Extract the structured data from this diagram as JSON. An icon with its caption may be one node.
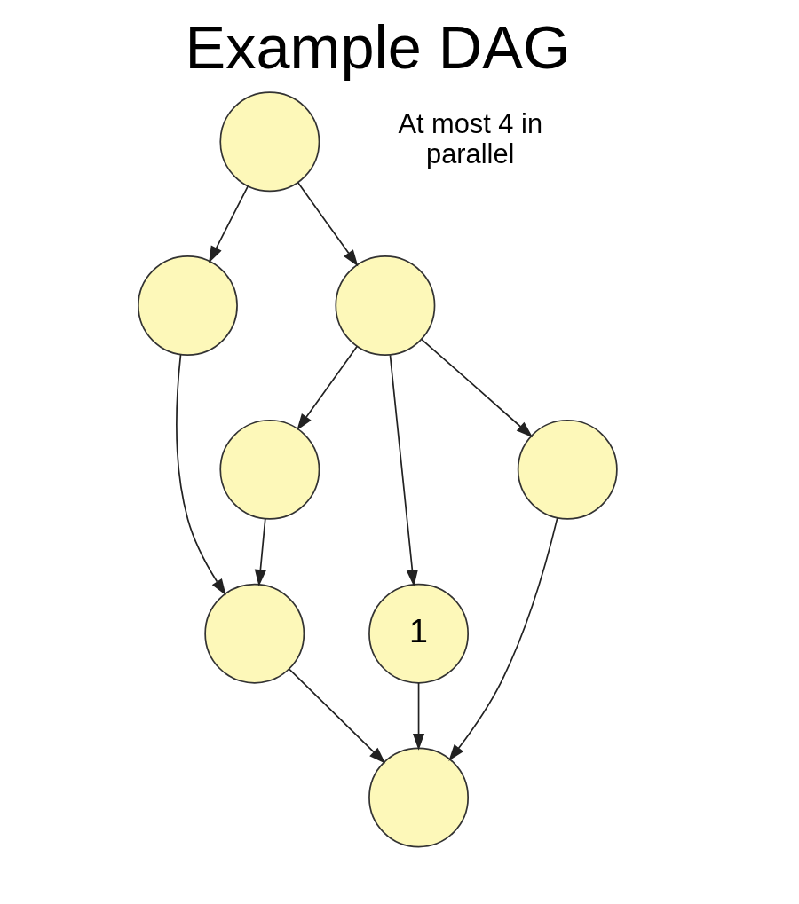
{
  "diagram": {
    "title": "Example DAG",
    "nodes": [
      {
        "text": [],
        "shape": "circle"
      },
      {
        "text": [],
        "shape": "circle"
      },
      {
        "text": [],
        "shape": "circle"
      },
      {
        "text": [],
        "shape": "circle"
      },
      {
        "text": [
          "1"
        ]
      },
      {
        "text": [],
        "shape": "circle"
      },
      {
        "text": [],
        "shape": "circle"
      },
      {
        "text": [],
        "shape": "circle"
      }
    ],
    "edges": [
      {
        "from": 0,
        "to": 1,
        "arrow": "to"
      },
      {
        "from": 0,
        "to": 2,
        "arrow": "to"
      },
      {
        "from": 2,
        "to": 3,
        "arrow": "to"
      },
      {
        "from": 2,
        "to": 4,
        "arrow": "to"
      },
      {
        "from": 2,
        "to": 5,
        "arrow": "to"
      },
      {
        "from": 1,
        "to": 6,
        "arrow": "to"
      },
      {
        "from": 3,
        "to": 6,
        "arrow": "to"
      },
      {
        "from": 6,
        "to": 7,
        "arrow": "to"
      },
      {
        "from": 4,
        "to": 7,
        "arrow": "to"
      },
      {
        "from": 5,
        "to": 7,
        "arrow": "to"
      }
    ],
    "labels": [
      "At most 4 in parallel"
    ]
  }
}
